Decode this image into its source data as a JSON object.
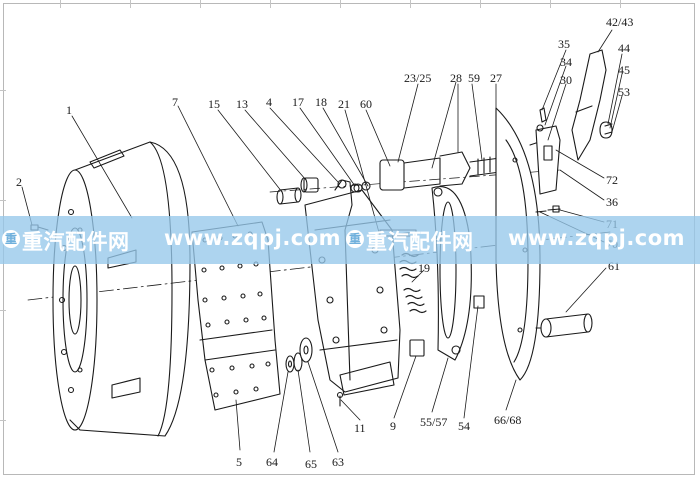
{
  "labels": [
    {
      "id": "2",
      "text": "2"
    },
    {
      "id": "1",
      "text": "1"
    },
    {
      "id": "7",
      "text": "7"
    },
    {
      "id": "15",
      "text": "15"
    },
    {
      "id": "13",
      "text": "13"
    },
    {
      "id": "4",
      "text": "4"
    },
    {
      "id": "17",
      "text": "17"
    },
    {
      "id": "18",
      "text": "18"
    },
    {
      "id": "21",
      "text": "21"
    },
    {
      "id": "60",
      "text": "60"
    },
    {
      "id": "23-25",
      "text": "23/25"
    },
    {
      "id": "28",
      "text": "28"
    },
    {
      "id": "59",
      "text": "59"
    },
    {
      "id": "27",
      "text": "27"
    },
    {
      "id": "35",
      "text": "35"
    },
    {
      "id": "34",
      "text": "34"
    },
    {
      "id": "30",
      "text": "30"
    },
    {
      "id": "42-43",
      "text": "42/43"
    },
    {
      "id": "44",
      "text": "44"
    },
    {
      "id": "45",
      "text": "45"
    },
    {
      "id": "53",
      "text": "53"
    },
    {
      "id": "72",
      "text": "72"
    },
    {
      "id": "36",
      "text": "36"
    },
    {
      "id": "71",
      "text": "71"
    },
    {
      "id": "70",
      "text": "70"
    },
    {
      "id": "61",
      "text": "61"
    },
    {
      "id": "19",
      "text": "19"
    },
    {
      "id": "5",
      "text": "5"
    },
    {
      "id": "64",
      "text": "64"
    },
    {
      "id": "65",
      "text": "65"
    },
    {
      "id": "63",
      "text": "63"
    },
    {
      "id": "11",
      "text": "11"
    },
    {
      "id": "9",
      "text": "9"
    },
    {
      "id": "55-57",
      "text": "55/57"
    },
    {
      "id": "54",
      "text": "54"
    },
    {
      "id": "66-68",
      "text": "66/68"
    }
  ],
  "watermark": {
    "segments": [
      "重汽配件网",
      "www.zqpj.com",
      "重汽配件网",
      "www.zqpj.com"
    ],
    "logo_glyph": "重",
    "band_color": "#96c8eb",
    "text_color": "#ffffff"
  },
  "colors": {
    "line": "#1a1a1a",
    "background": "#ffffff",
    "frame": "#b8b8b8"
  }
}
